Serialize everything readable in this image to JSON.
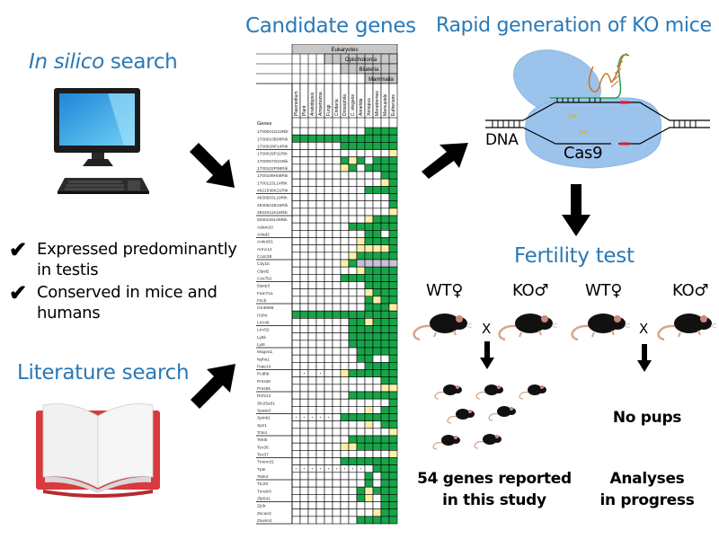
{
  "titles": {
    "in_silico_italic": "In silico",
    "in_silico_rest": " search",
    "literature": "Literature search",
    "candidate": "Candidate genes",
    "rapid": "Rapid generation of KO mice",
    "fertility": "Fertility test"
  },
  "criteria": [
    {
      "icon": "check-icon",
      "line1": "Expressed predominantly",
      "line2": " in testis"
    },
    {
      "icon": "check-icon",
      "line1": "Conserved in mice and",
      "line2": "humans"
    }
  ],
  "crispr": {
    "dna_label": "DNA",
    "protein_label": "Cas9"
  },
  "fertility": {
    "pairs": [
      {
        "female": "WT♀",
        "male": "KO♂",
        "cross": "X",
        "result": "",
        "outcome_line1": "54 genes reported",
        "outcome_line2": "in this study"
      },
      {
        "female": "WT♀",
        "male": "KO♂",
        "cross": "X",
        "result": "No pups",
        "outcome_line1": "Analyses",
        "outcome_line2": "in progress"
      }
    ]
  },
  "table": {
    "clade_headers": [
      "Eukaryotes",
      "Opisthokonta",
      "Bilateria",
      "Mammalia"
    ],
    "columns": [
      "Plasmodium",
      "Plant",
      "Arabidopsis",
      "Amoebozoa",
      "Fungi",
      "Cnidaria",
      "Drosophila",
      "C. elegans",
      "Annelida",
      "Xenopus",
      "Monotremes",
      "Marsupials",
      "Eutherians"
    ],
    "row_header": "Genes",
    "legend": {
      "G": "#18a54a",
      "Y": "#fdf0a6",
      "P": "#c8c2da",
      ".": "#ffffff",
      "D": "#ffffff"
    },
    "rows": [
      {
        "gene": "1700001O22Rik",
        "cells": ".........GGGG"
      },
      {
        "gene": "1700010B08Rik",
        "cells": "GGGGGGGGGGGGG"
      },
      {
        "gene": "1700028P14Rik",
        "cells": "......GGGGGGG"
      },
      {
        "gene": "1700029P11Rik",
        "cells": "............Y"
      },
      {
        "gene": "1700057G04Rik",
        "cells": "......GYG.GGG"
      },
      {
        "gene": "1700102P08Rik",
        "cells": "......YG.GGGG"
      },
      {
        "gene": "1700109H08Rik",
        "cells": "...........GG"
      },
      {
        "gene": "1700123L14Rik",
        "cells": "...........YG"
      },
      {
        "gene": "4921536K21Rik",
        "cells": ".........GGGG"
      },
      {
        "gene": "4930503L19Rik",
        "cells": "............G"
      },
      {
        "gene": "4930524B15Rik",
        "cells": "............G"
      },
      {
        "gene": "4933411K16Rik",
        "cells": "............Y"
      },
      {
        "gene": "9330182L06Rik",
        "cells": ".........YGGG"
      },
      {
        "gene": "Adam20",
        "cells": ".......GGGGGG"
      },
      {
        "gene": "Adad2",
        "cells": ".........GG.G"
      },
      {
        "gene": "Ankrd31",
        "cells": "........YGGGG"
      },
      {
        "gene": "Armc12",
        "cells": "........YYYYG"
      },
      {
        "gene": "Ccdc38",
        "cells": ".......YGGGGG"
      },
      {
        "gene": "Cdy1b",
        "cells": "......YGPPPPP"
      },
      {
        "gene": "Clpsl2",
        "cells": "........YGGGG"
      },
      {
        "gene": "Cox7b2",
        "cells": "......GGGGGGG"
      },
      {
        "gene": "Dpep3",
        "cells": ".........GGGG"
      },
      {
        "gene": "Fam71a",
        "cells": ".........YGGG"
      },
      {
        "gene": "Fscb",
        "cells": ".........GYGG"
      },
      {
        "gene": "Gm5866",
        "cells": ".........GGGY"
      },
      {
        "gene": "H1fnt",
        "cells": "GGGGGGGGGGGGG"
      },
      {
        "gene": "Lrrc46",
        "cells": ".......GGYGGG"
      },
      {
        "gene": "Lrrc52",
        "cells": ".......GGGGGG"
      },
      {
        "gene": "Ly6k",
        "cells": ".......GGGGGG"
      },
      {
        "gene": "Ly6l",
        "cells": ".......GGGGGG"
      },
      {
        "gene": "Magea1",
        "cells": "........GGGGG"
      },
      {
        "gene": "Nphs1",
        "cells": "........GG..G"
      },
      {
        "gene": "Pate14",
        "cells": ".........GGGG"
      },
      {
        "gene": "Pcdhb",
        "cells": ".D.D..YGGGGGG"
      },
      {
        "gene": "Prss38",
        "cells": "...........GG"
      },
      {
        "gene": "Prss55",
        "cells": "...........YY"
      },
      {
        "gene": "Rnf212",
        "cells": ".......GGGGGG"
      },
      {
        "gene": "Slc25a31",
        "cells": "............G"
      },
      {
        "gene": "Spata3",
        "cells": ".........Y.GG"
      },
      {
        "gene": "Spink2",
        "cells": "DDDDD.GGGGGGG"
      },
      {
        "gene": "Spz1",
        "cells": ".........Y.GG"
      },
      {
        "gene": "Tcte1",
        "cells": "............Y"
      },
      {
        "gene": "Tekt5",
        "cells": ".......GGGGGG"
      },
      {
        "gene": "Tex36",
        "cells": "......YYGGGGG"
      },
      {
        "gene": "Tex37",
        "cells": "............Y"
      },
      {
        "gene": "Tmem31",
        "cells": "......GGGGGGG"
      },
      {
        "gene": "Tpte",
        "cells": "DDDDDDDDD.GGG"
      },
      {
        "gene": "Tssk4",
        "cells": ".........G.GG"
      },
      {
        "gene": "Ttc29",
        "cells": ".........G.GG"
      },
      {
        "gene": "Txndc8",
        "cells": "........GYGGG"
      },
      {
        "gene": "Zfp541",
        "cells": "........GY.GG"
      },
      {
        "gene": "Zp3r",
        "cells": "...........GG"
      },
      {
        "gene": "Zscan2",
        "cells": "..........YGG"
      },
      {
        "gene": "Zswim2",
        "cells": "........GGGGG"
      }
    ]
  }
}
